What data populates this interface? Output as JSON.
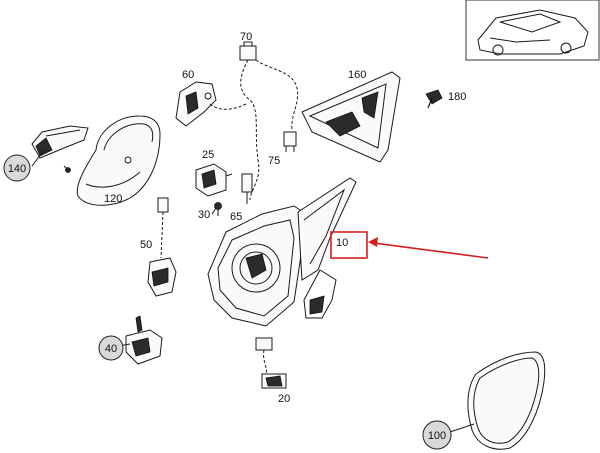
{
  "labels": {
    "p10": "10",
    "p20": "20",
    "p25": "25",
    "p30": "30",
    "p40": "40",
    "p50": "50",
    "p60": "60",
    "p65": "65",
    "p70": "70",
    "p75": "75",
    "p100": "100",
    "p120": "120",
    "p140": "140",
    "p160": "160",
    "p180": "180"
  },
  "colors": {
    "highlight": "#d41f1f",
    "line": "#1a1a1a",
    "circle_fill": "#d9d9d9"
  }
}
